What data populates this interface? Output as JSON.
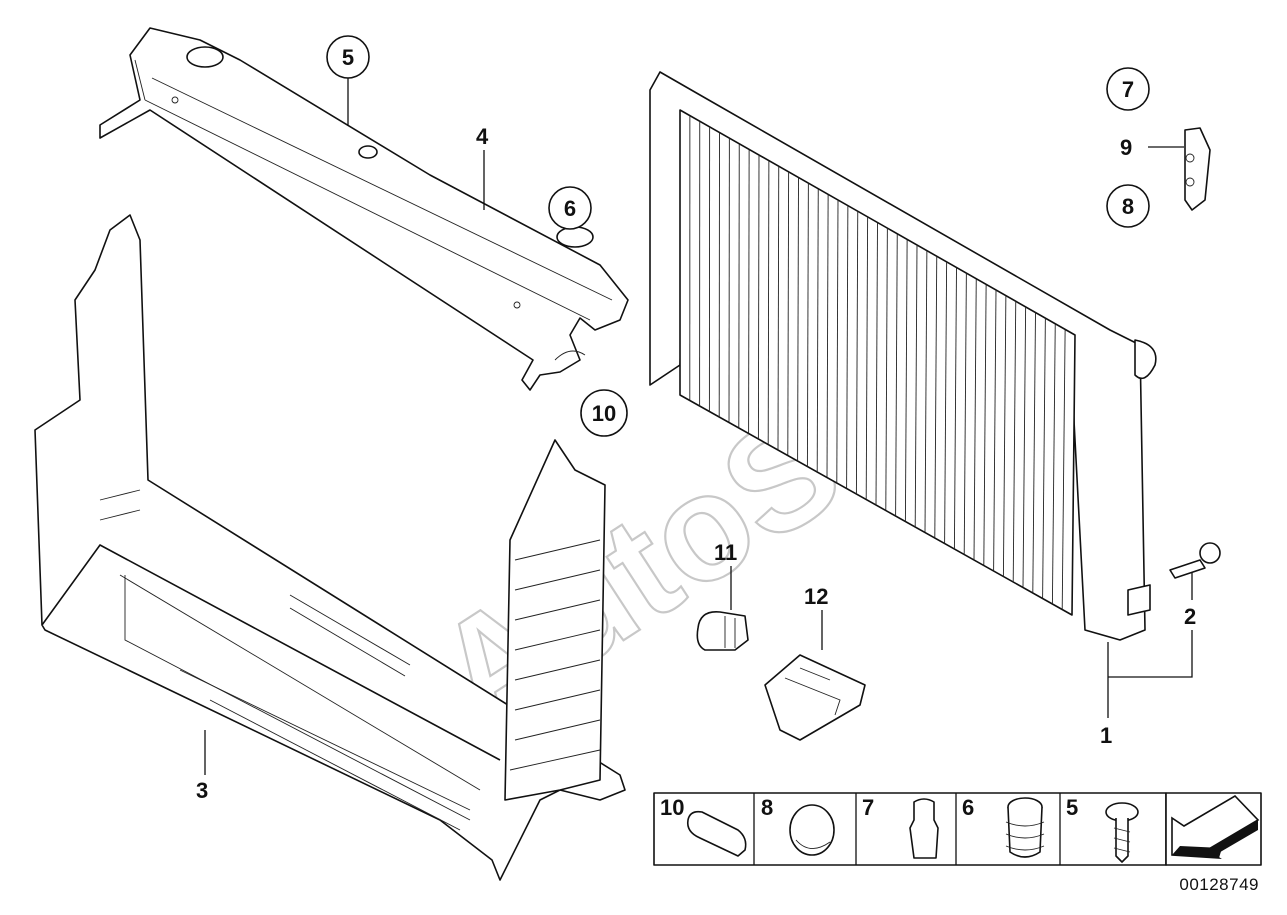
{
  "callouts": [
    {
      "id": "c1",
      "label": "1",
      "circled": false
    },
    {
      "id": "c2",
      "label": "2",
      "circled": false
    },
    {
      "id": "c3",
      "label": "3",
      "circled": false
    },
    {
      "id": "c4",
      "label": "4",
      "circled": false
    },
    {
      "id": "c5",
      "label": "5",
      "circled": true
    },
    {
      "id": "c6",
      "label": "6",
      "circled": true
    },
    {
      "id": "c7",
      "label": "7",
      "circled": true
    },
    {
      "id": "c8",
      "label": "8",
      "circled": true
    },
    {
      "id": "c9",
      "label": "9",
      "circled": false
    },
    {
      "id": "c10",
      "label": "10",
      "circled": true
    },
    {
      "id": "c11",
      "label": "11",
      "circled": false
    },
    {
      "id": "c12",
      "label": "12",
      "circled": false
    }
  ],
  "legend": {
    "cells": [
      {
        "label": "10"
      },
      {
        "label": "8"
      },
      {
        "label": "7"
      },
      {
        "label": "6"
      },
      {
        "label": "5"
      }
    ]
  },
  "watermark": "AutoSoft",
  "diagram_code": "00128749",
  "colors": {
    "ink": "#111111",
    "watermark": "#c8c8c8",
    "paper": "#ffffff"
  }
}
